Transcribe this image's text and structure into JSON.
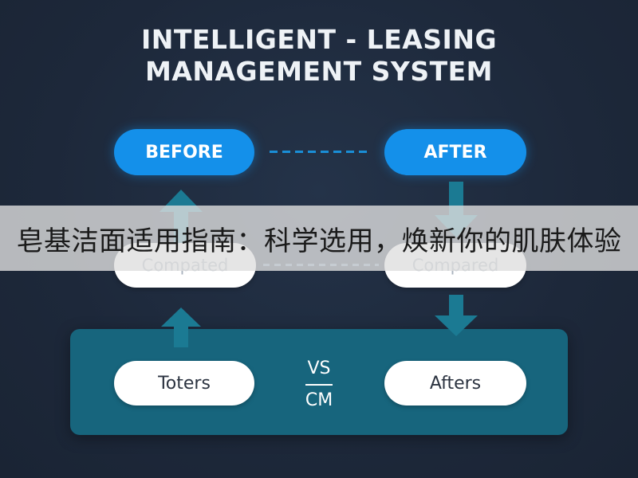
{
  "title": {
    "line1": "INTELLIGENT - LEASING",
    "line2": "MANAGEMENT SYSTEM"
  },
  "top_row": {
    "left_label": "BEFORE",
    "right_label": "AFTER"
  },
  "middle_row": {
    "left_label": "Compated",
    "right_label": "Compared"
  },
  "bottom_panel": {
    "left_label": "Toters",
    "center_top": "VS",
    "center_bottom": "CM",
    "right_label": "Afters"
  },
  "overlay_banner": {
    "text": "皂基洁面适用指南：科学选用，焕新你的肌肤体验"
  },
  "colors": {
    "background": "#1e2a3d",
    "accent_blue": "#1490ea",
    "panel_teal": "#17657d",
    "arrow_teal": "#1b7a93"
  }
}
